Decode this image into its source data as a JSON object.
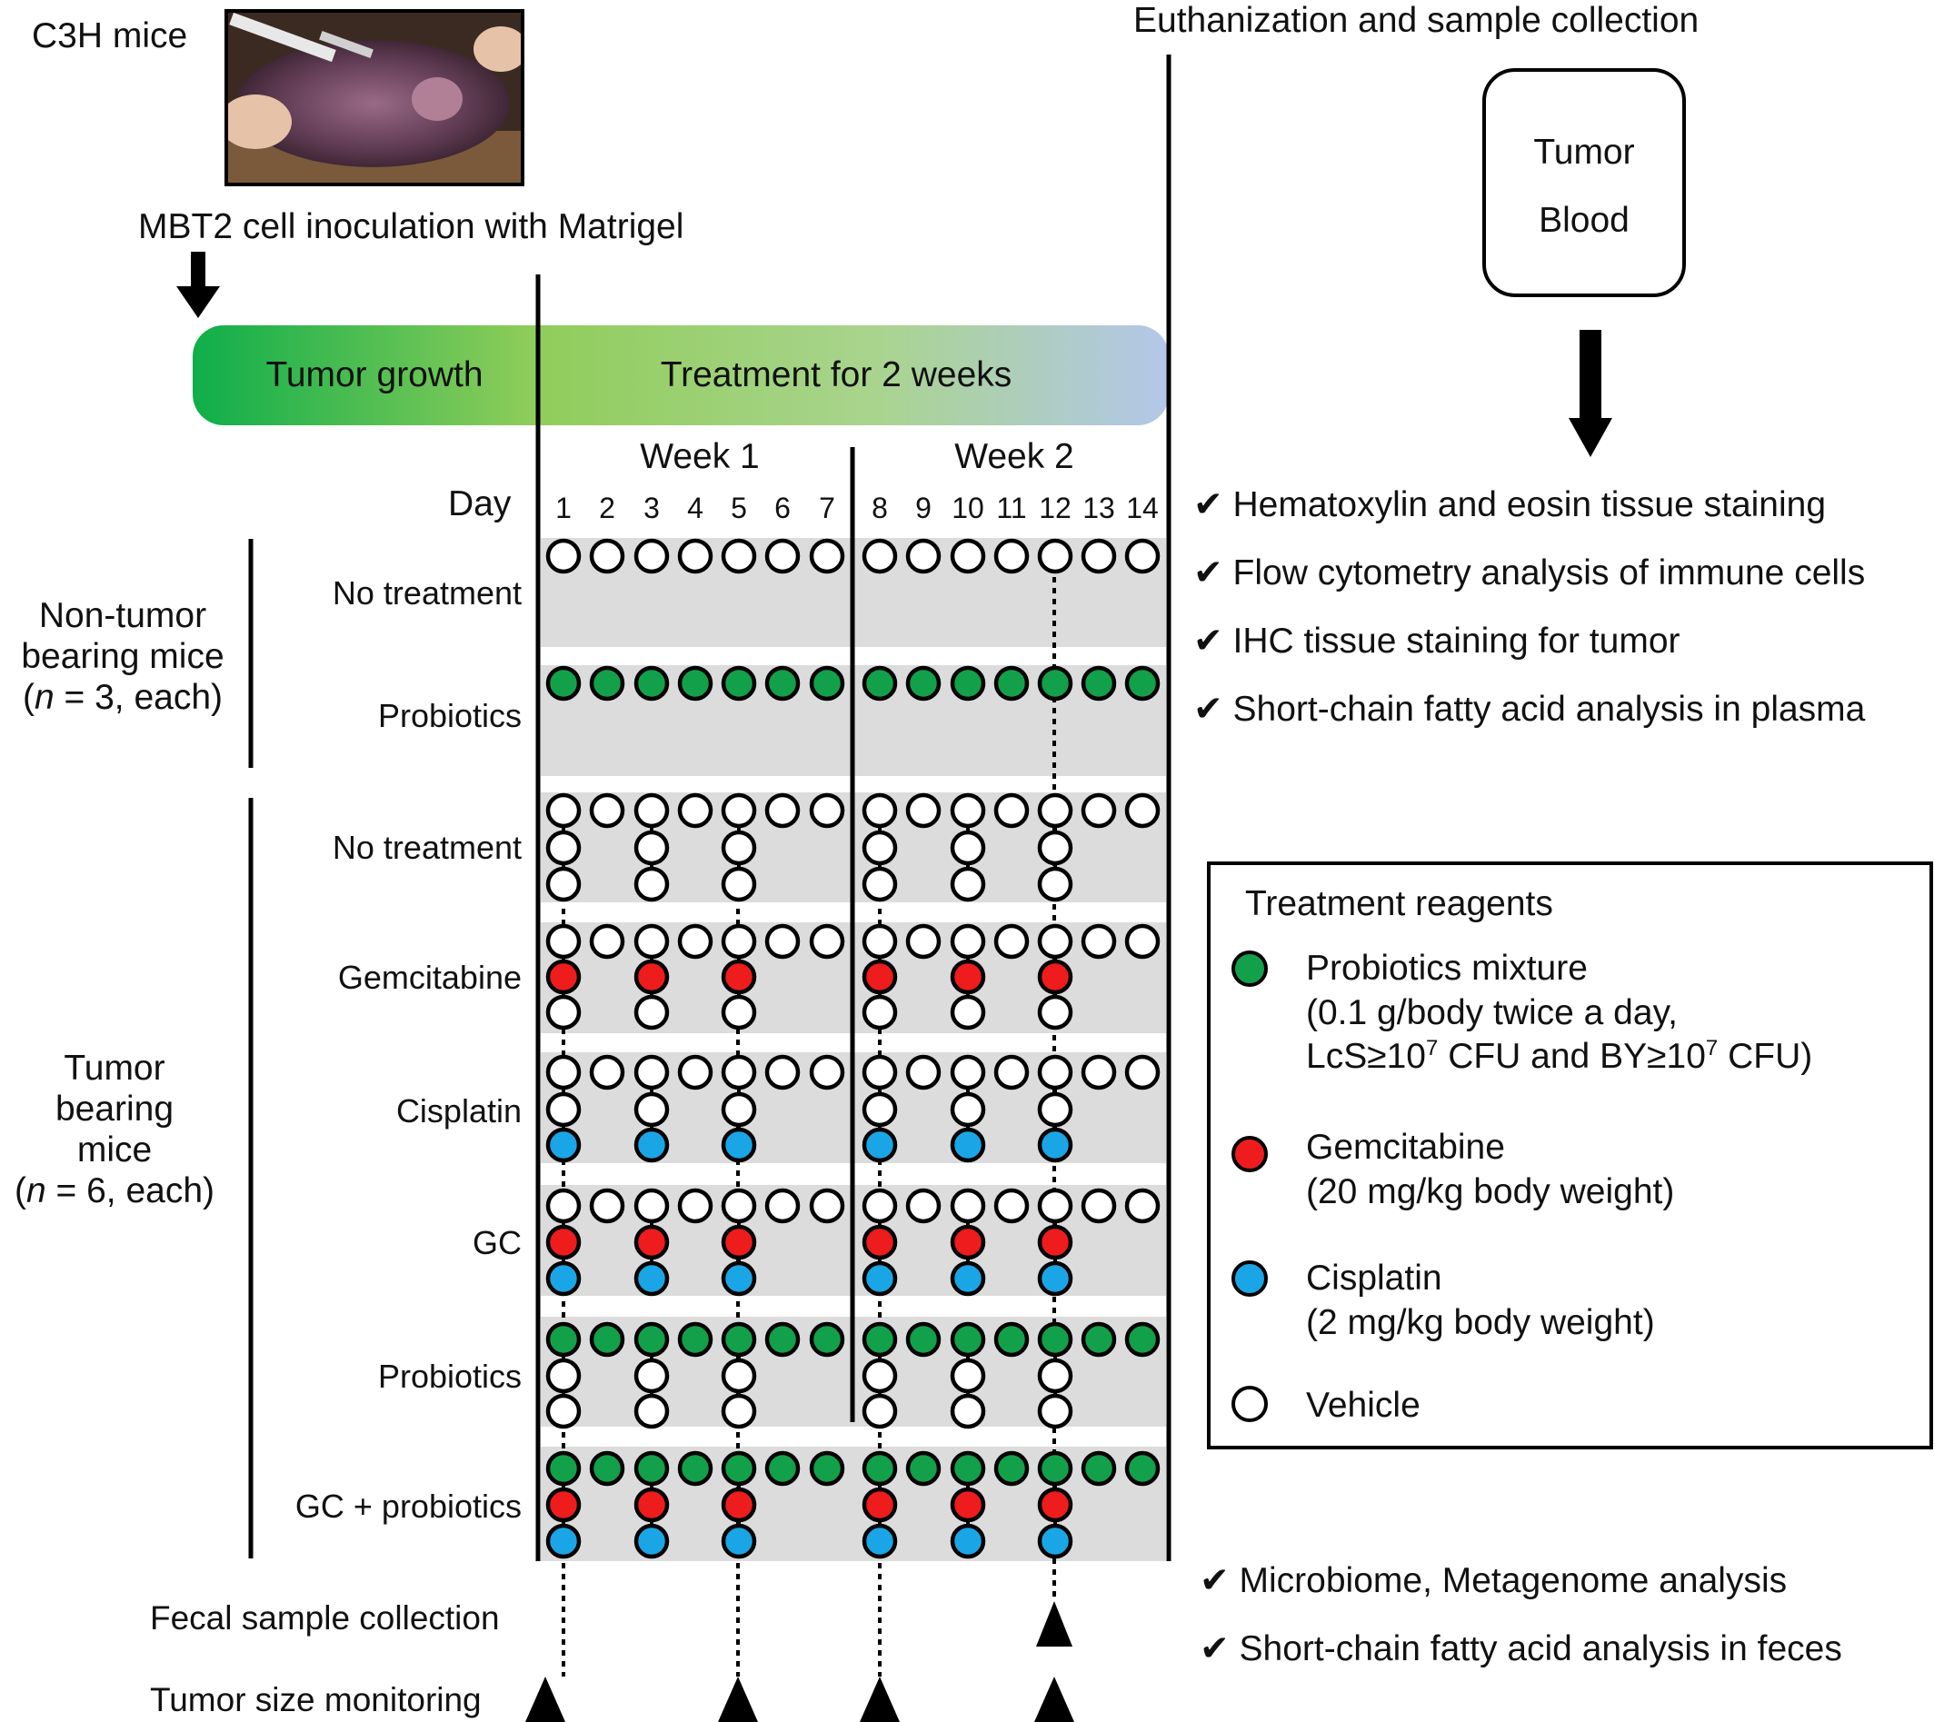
{
  "header": {
    "mouse_strain": "C3H mice",
    "inoculation": "MBT2 cell inoculation with Matrigel",
    "euthanization": "Euthanization and sample collection"
  },
  "timeline": {
    "tumor_growth": "Tumor growth",
    "treatment": "Treatment for 2 weeks",
    "week1": "Week 1",
    "week2": "Week 2",
    "day_label": "Day",
    "days": [
      "1",
      "2",
      "3",
      "4",
      "5",
      "6",
      "7",
      "8",
      "9",
      "10",
      "11",
      "12",
      "13",
      "14"
    ]
  },
  "groups": {
    "non_tumor": {
      "line1": "Non-tumor",
      "line2": "bearing mice",
      "n_prefix": "(",
      "n_var": "n",
      "n_suffix": " = 3, each)"
    },
    "tumor": {
      "line1": "Tumor bearing",
      "line2": "mice",
      "n_prefix": "(",
      "n_var": "n",
      "n_suffix": " = 6, each)"
    }
  },
  "rows": [
    {
      "label": "No treatment",
      "pattern": "none_single"
    },
    {
      "label": "Probiotics",
      "pattern": "probiotics_single"
    },
    {
      "label": "No treatment",
      "pattern": "none"
    },
    {
      "label": "Gemcitabine",
      "pattern": "gem"
    },
    {
      "label": "Cisplatin",
      "pattern": "cis"
    },
    {
      "label": "GC",
      "pattern": "gc"
    },
    {
      "label": "Probiotics",
      "pattern": "pro"
    },
    {
      "label": "GC + probiotics",
      "pattern": "gcpro"
    }
  ],
  "samples_box": {
    "line1": "Tumor",
    "line2": "Blood"
  },
  "analyses_top": [
    "Hematoxylin and eosin tissue staining",
    "Flow cytometry analysis of immune cells",
    "IHC tissue staining for tumor",
    "Short-chain fatty acid analysis in plasma"
  ],
  "analyses_bottom": [
    "Microbiome, Metagenome analysis",
    "Short-chain fatty acid analysis in feces"
  ],
  "check_mark": "✔",
  "legend": {
    "title": "Treatment reagents",
    "probiotics": {
      "name": "Probiotics mixture",
      "detail1": "(0.1 g/body twice a day,",
      "d2a": "LcS≥10",
      "d2b": "7",
      "d2c": " CFU and BY≥10",
      "d2d": "7",
      "d2e": " CFU)"
    },
    "gemcitabine": {
      "name": "Gemcitabine",
      "detail": "(20 mg/kg body weight)"
    },
    "cisplatin": {
      "name": "Cisplatin",
      "detail": "(2 mg/kg body weight)"
    },
    "vehicle": {
      "name": "Vehicle"
    }
  },
  "bottom_labels": {
    "fecal": "Fecal sample collection",
    "tumor_size": "Tumor size monitoring"
  },
  "colors": {
    "green": "#12a14a",
    "red": "#ee1c1c",
    "blue": "#1aa6e6",
    "gray": "#dcdcdc"
  }
}
